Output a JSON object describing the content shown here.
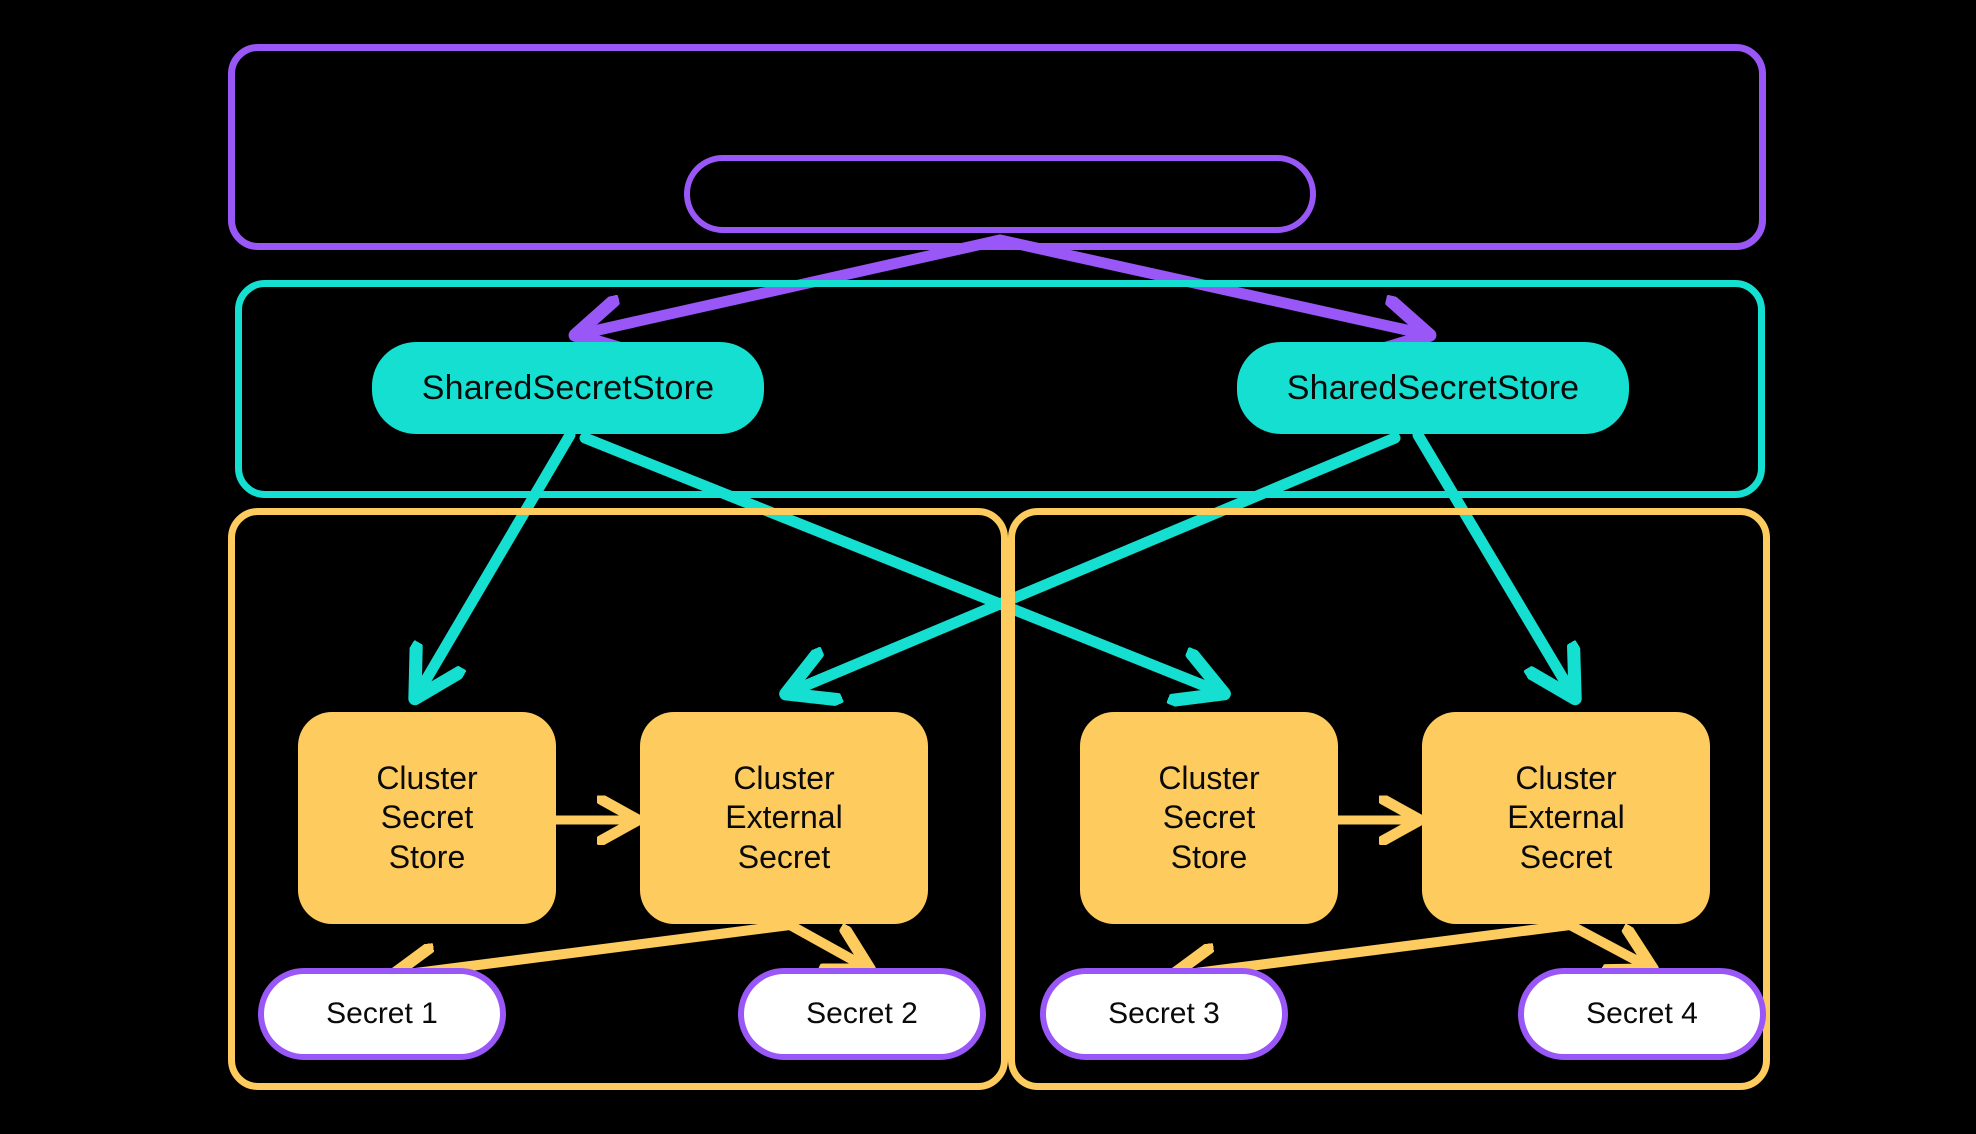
{
  "diagram": {
    "title": "External Secrets Operator cluster-scoped architecture",
    "background": "#000000",
    "colors": {
      "purple": "#9a57f7",
      "teal": "#15dfd0",
      "yellow": "#fdcb5e",
      "white": "#ffffff",
      "text": "#0a0a0a"
    }
  },
  "containers": {
    "operator_scope": {
      "label": "",
      "color": "#9a57f7"
    },
    "shared_scope": {
      "label": "",
      "color": "#15dfd0"
    },
    "cluster_left": {
      "label": "",
      "color": "#fdcb5e"
    },
    "cluster_right": {
      "label": "",
      "color": "#fdcb5e"
    }
  },
  "nodes": {
    "operator_pill": {
      "label": "",
      "color": "#9a57f7"
    },
    "shared_store_left": {
      "label": "SharedSecretStore",
      "color": "#15dfd0"
    },
    "shared_store_right": {
      "label": "SharedSecretStore",
      "color": "#15dfd0"
    },
    "cluster_secret_store_left": {
      "label": "Cluster\nSecret\nStore",
      "color": "#fdcb5e"
    },
    "cluster_external_secret_left": {
      "label": "Cluster\nExternal\nSecret",
      "color": "#fdcb5e"
    },
    "cluster_secret_store_right": {
      "label": "Cluster\nSecret\nStore",
      "color": "#fdcb5e"
    },
    "cluster_external_secret_right": {
      "label": "Cluster\nExternal\nSecret",
      "color": "#fdcb5e"
    },
    "secret_1": {
      "label": "Secret 1",
      "color": "#ffffff"
    },
    "secret_2": {
      "label": "Secret 2",
      "color": "#ffffff"
    },
    "secret_3": {
      "label": "Secret 3",
      "color": "#ffffff"
    },
    "secret_4": {
      "label": "Secret 4",
      "color": "#ffffff"
    }
  },
  "edges": [
    {
      "from": "operator_pill",
      "to": "shared_store_left",
      "color": "#9a57f7"
    },
    {
      "from": "operator_pill",
      "to": "shared_store_right",
      "color": "#9a57f7"
    },
    {
      "from": "shared_store_left",
      "to": "cluster_secret_store_left",
      "color": "#15dfd0"
    },
    {
      "from": "shared_store_left",
      "to": "cluster_secret_store_right",
      "color": "#15dfd0"
    },
    {
      "from": "shared_store_right",
      "to": "cluster_external_secret_left",
      "color": "#15dfd0"
    },
    {
      "from": "shared_store_right",
      "to": "cluster_external_secret_right",
      "color": "#15dfd0"
    },
    {
      "from": "cluster_secret_store_left",
      "to": "cluster_external_secret_left",
      "color": "#fdcb5e"
    },
    {
      "from": "cluster_secret_store_right",
      "to": "cluster_external_secret_right",
      "color": "#fdcb5e"
    },
    {
      "from": "cluster_external_secret_left",
      "to": "secret_1",
      "color": "#fdcb5e"
    },
    {
      "from": "cluster_external_secret_left",
      "to": "secret_2",
      "color": "#fdcb5e"
    },
    {
      "from": "cluster_external_secret_right",
      "to": "secret_3",
      "color": "#fdcb5e"
    },
    {
      "from": "cluster_external_secret_right",
      "to": "secret_4",
      "color": "#fdcb5e"
    }
  ]
}
